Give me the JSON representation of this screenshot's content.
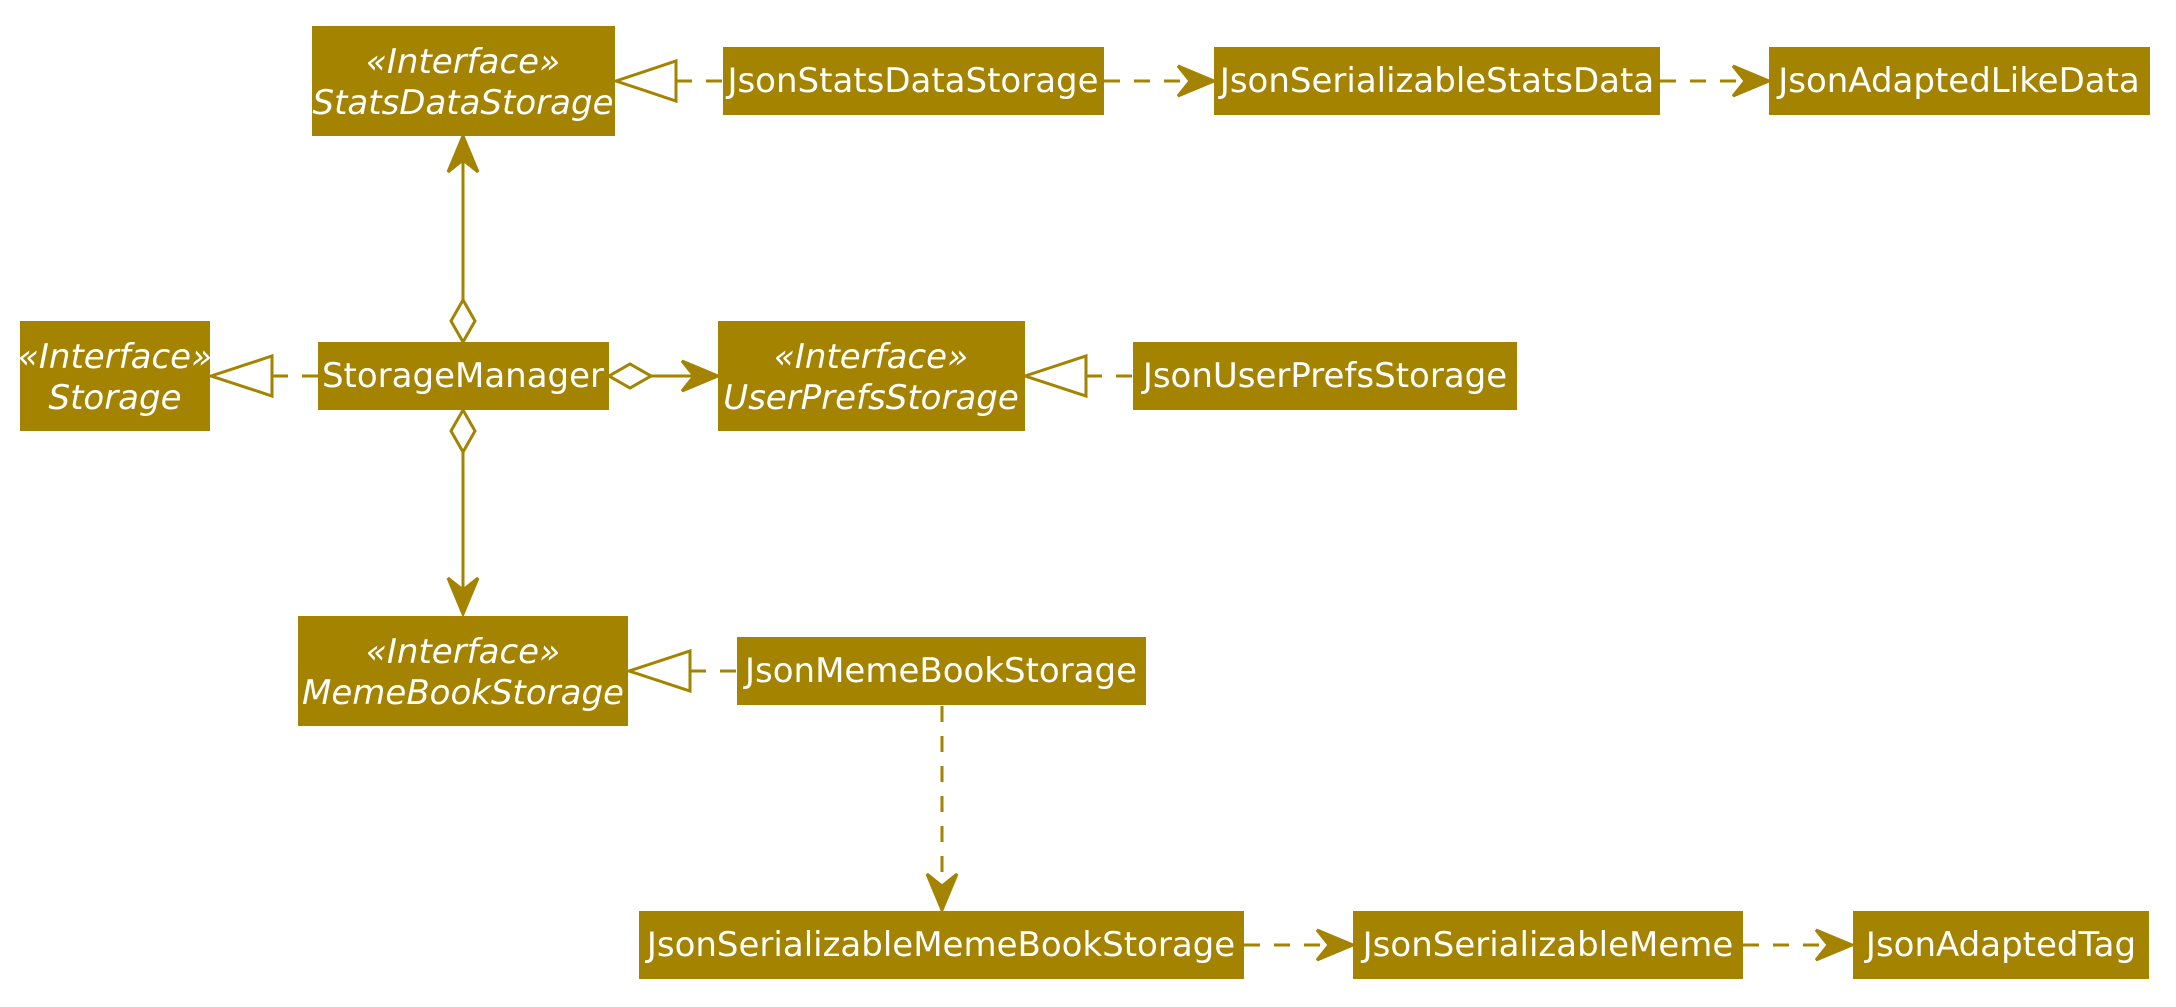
{
  "diagram": {
    "colors": {
      "node_fill": "#A38300",
      "node_text": "#FFFFFF",
      "edge": "#A38300"
    },
    "nodes": {
      "stats_data_storage": {
        "stereotype": "«Interface»",
        "name": "StatsDataStorage"
      },
      "json_stats_data_storage": {
        "name": "JsonStatsDataStorage"
      },
      "json_serializable_stats_data": {
        "name": "JsonSerializableStatsData"
      },
      "json_adapted_like_data": {
        "name": "JsonAdaptedLikeData"
      },
      "storage": {
        "stereotype": "«Interface»",
        "name": "Storage"
      },
      "storage_manager": {
        "name": "StorageManager"
      },
      "user_prefs_storage": {
        "stereotype": "«Interface»",
        "name": "UserPrefsStorage"
      },
      "json_user_prefs_storage": {
        "name": "JsonUserPrefsStorage"
      },
      "meme_book_storage": {
        "stereotype": "«Interface»",
        "name": "MemeBookStorage"
      },
      "json_meme_book_storage": {
        "name": "JsonMemeBookStorage"
      },
      "json_serializable_meme_book_storage": {
        "name": "JsonSerializableMemeBookStorage"
      },
      "json_serializable_meme": {
        "name": "JsonSerializableMeme"
      },
      "json_adapted_tag": {
        "name": "JsonAdaptedTag"
      }
    },
    "edges": [
      {
        "from": "json_stats_data_storage",
        "to": "stats_data_storage",
        "type": "realization"
      },
      {
        "from": "json_stats_data_storage",
        "to": "json_serializable_stats_data",
        "type": "dependency"
      },
      {
        "from": "json_serializable_stats_data",
        "to": "json_adapted_like_data",
        "type": "dependency"
      },
      {
        "from": "storage_manager",
        "to": "storage",
        "type": "realization"
      },
      {
        "from": "storage_manager",
        "to": "stats_data_storage",
        "type": "aggregation"
      },
      {
        "from": "storage_manager",
        "to": "user_prefs_storage",
        "type": "aggregation"
      },
      {
        "from": "storage_manager",
        "to": "meme_book_storage",
        "type": "aggregation"
      },
      {
        "from": "json_user_prefs_storage",
        "to": "user_prefs_storage",
        "type": "realization"
      },
      {
        "from": "json_meme_book_storage",
        "to": "meme_book_storage",
        "type": "realization"
      },
      {
        "from": "json_meme_book_storage",
        "to": "json_serializable_meme_book_storage",
        "type": "dependency"
      },
      {
        "from": "json_serializable_meme_book_storage",
        "to": "json_serializable_meme",
        "type": "dependency"
      },
      {
        "from": "json_serializable_meme",
        "to": "json_adapted_tag",
        "type": "dependency"
      }
    ]
  }
}
